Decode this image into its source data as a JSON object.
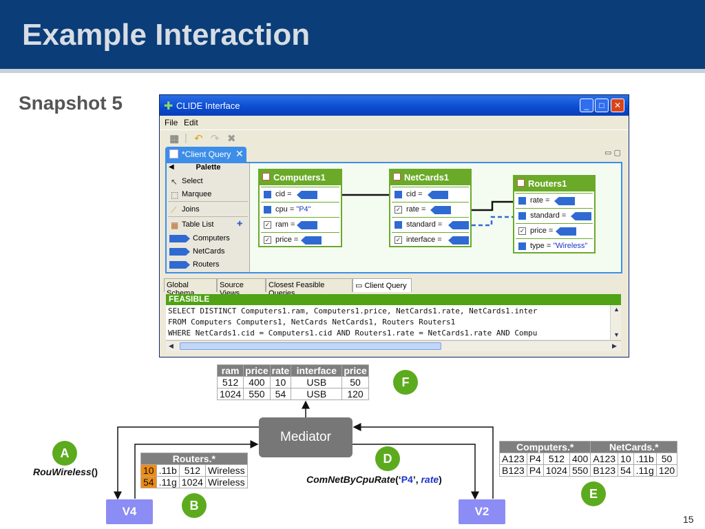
{
  "slide": {
    "title": "Example Interaction",
    "snapshot_label": "Snapshot 5",
    "page_number": "15"
  },
  "window": {
    "title": "CLIDE Interface",
    "menu": [
      "File",
      "Edit"
    ],
    "editor_tab_label": "*Client Query",
    "palette": {
      "header": "Palette",
      "tools": [
        {
          "label": "Select",
          "icon": "cursor-icon"
        },
        {
          "label": "Marquee",
          "icon": "marquee-icon"
        },
        {
          "label": "Joins",
          "icon": "join-icon"
        },
        {
          "label": "Table List",
          "icon": "table-icon"
        }
      ],
      "tables": [
        "Computers",
        "NetCards",
        "Routers"
      ]
    },
    "entities": [
      {
        "name": "Computers1",
        "attrs": [
          {
            "name": "cid",
            "kind": "box",
            "suffix": "="
          },
          {
            "name": "cpu",
            "kind": "box",
            "suffix": "=",
            "literal": "\"P4\""
          },
          {
            "name": "ram",
            "kind": "check",
            "suffix": "="
          },
          {
            "name": "price",
            "kind": "check",
            "suffix": "="
          }
        ]
      },
      {
        "name": "NetCards1",
        "attrs": [
          {
            "name": "cid",
            "kind": "box",
            "suffix": "="
          },
          {
            "name": "rate",
            "kind": "check",
            "suffix": "="
          },
          {
            "name": "standard",
            "kind": "box",
            "suffix": "="
          },
          {
            "name": "interface",
            "kind": "check",
            "suffix": "="
          }
        ]
      },
      {
        "name": "Routers1",
        "attrs": [
          {
            "name": "rate",
            "kind": "box",
            "suffix": "="
          },
          {
            "name": "standard",
            "kind": "box",
            "suffix": "="
          },
          {
            "name": "price",
            "kind": "check",
            "suffix": "="
          },
          {
            "name": "type",
            "kind": "box",
            "suffix": "=",
            "literal": "\"Wireless\""
          }
        ]
      }
    ],
    "views_tabs": [
      "Global Schema",
      "Source Views",
      "Closest Feasible Queries",
      "Client Query"
    ],
    "status": "FEASIBLE",
    "sql": [
      "SELECT DISTINCT Computers1.ram, Computers1.price, NetCards1.rate, NetCards1.inter",
      "FROM Computers Computers1, NetCards NetCards1, Routers Routers1",
      "WHERE NetCards1.cid = Computers1.cid AND Routers1.rate = NetCards1.rate AND Compu"
    ]
  },
  "diagram": {
    "mediator": "Mediator",
    "v4": "V4",
    "v2": "V2",
    "labels": {
      "A": "A",
      "B": "B",
      "D": "D",
      "E": "E",
      "F": "F"
    },
    "fn_a": {
      "name": "RouWireless",
      "args": "()"
    },
    "fn_d": {
      "name": "ComNetByCpuRate",
      "open": "(‘",
      "arg1": "P4",
      "sep": "’, ",
      "arg2": "rate",
      "close": ")"
    },
    "result_table": {
      "headers": [
        "ram",
        "price",
        "rate",
        "interface",
        "price"
      ],
      "rows": [
        [
          "512",
          "400",
          "10",
          "USB",
          "50"
        ],
        [
          "1024",
          "550",
          "54",
          "USB",
          "120"
        ]
      ]
    },
    "routers_table": {
      "header": "Routers.*",
      "rows": [
        [
          "10",
          ".11b",
          "512",
          "Wireless"
        ],
        [
          "54",
          ".11g",
          "1024",
          "Wireless"
        ]
      ]
    },
    "comp_net_table": {
      "headers": [
        "Computers.*",
        "NetCards.*"
      ],
      "rows": [
        [
          "A123",
          "P4",
          "512",
          "400",
          "A123",
          "10",
          ".11b",
          "50"
        ],
        [
          "B123",
          "P4",
          "1024",
          "550",
          "B123",
          "54",
          ".11g",
          "120"
        ]
      ]
    }
  }
}
